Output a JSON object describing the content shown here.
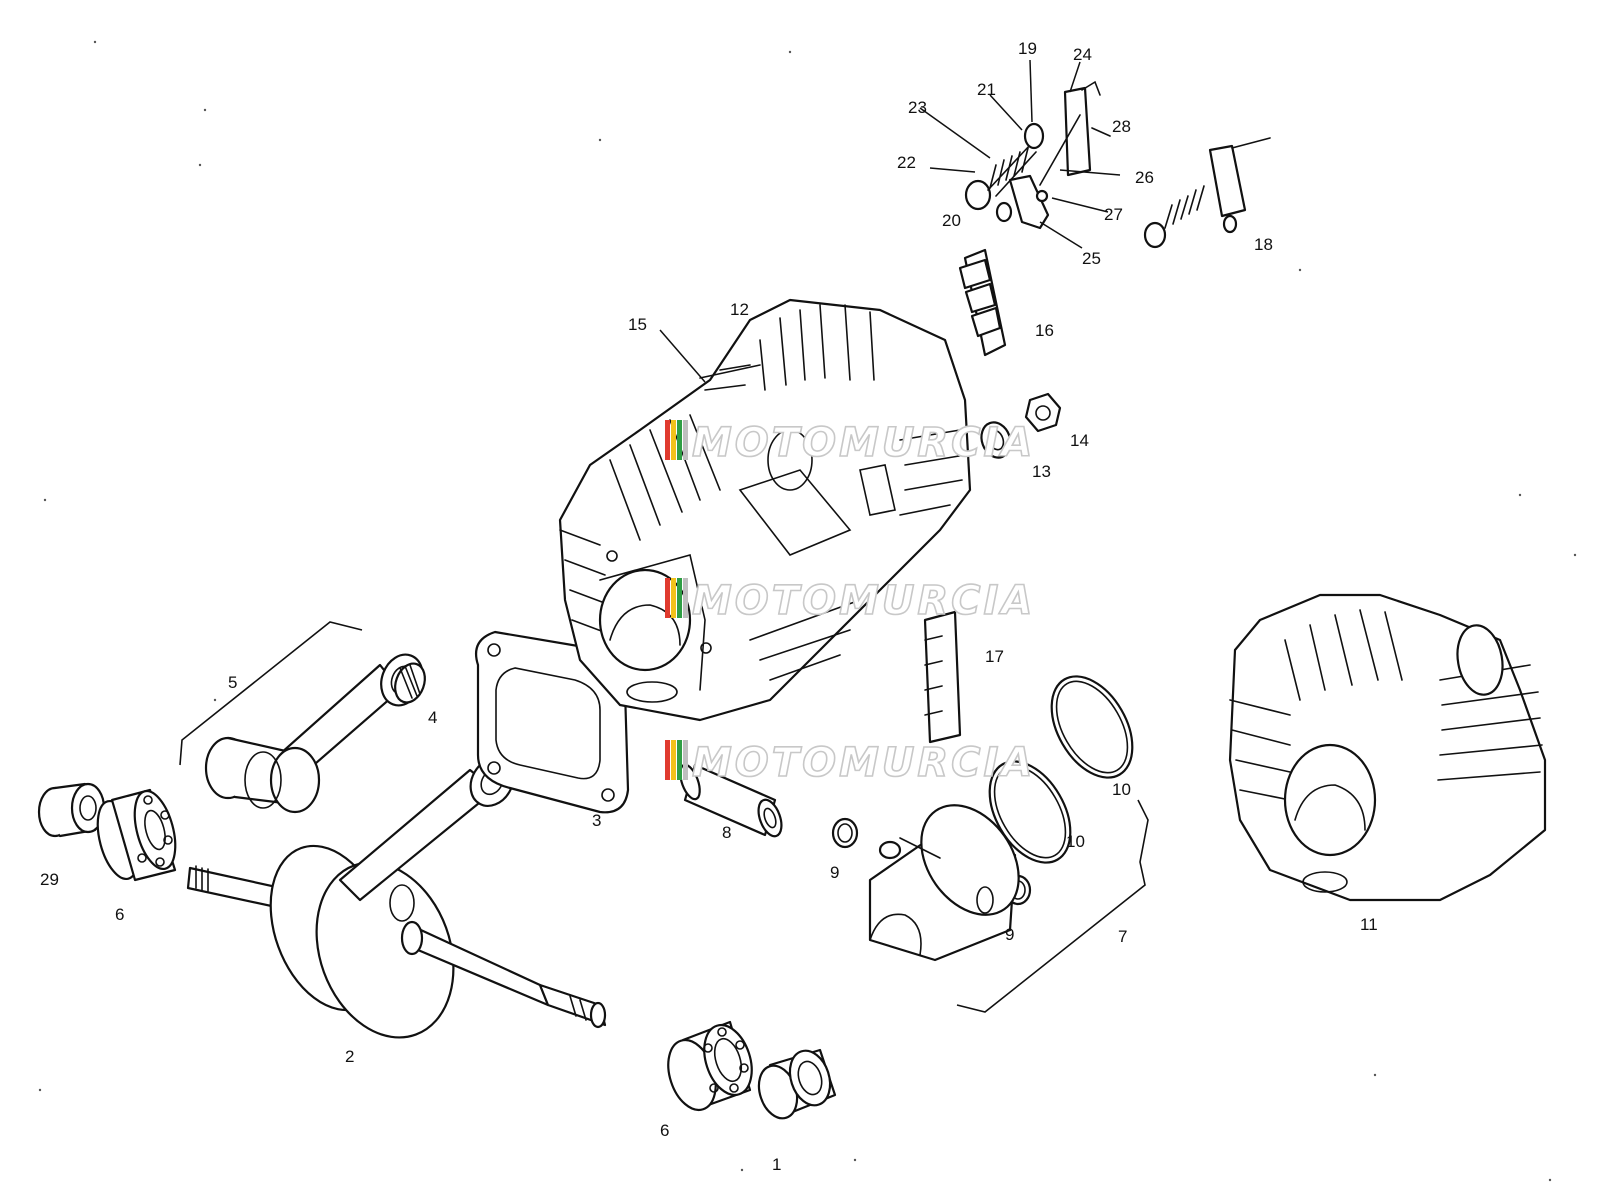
{
  "watermark": {
    "text": "MOTOMURCIA",
    "stripe_colors": [
      "#e03b2f",
      "#f2c21b",
      "#2f9e44",
      "#bfbfbf"
    ]
  },
  "callouts": {
    "c1": "1",
    "c2": "2",
    "c3": "3",
    "c4": "4",
    "c5": "5",
    "c6a": "6",
    "c6b": "6",
    "c7": "7",
    "c8": "8",
    "c9a": "9",
    "c9b": "9",
    "c10a": "10",
    "c10b": "10",
    "c11": "11",
    "c12": "12",
    "c13": "13",
    "c14": "14",
    "c15": "15",
    "c16": "16",
    "c17": "17",
    "c18": "18",
    "c19": "19",
    "c20": "20",
    "c21": "21",
    "c22": "22",
    "c23": "23",
    "c24": "24",
    "c25": "25",
    "c26": "26",
    "c27": "27",
    "c28": "28",
    "c29": "29"
  }
}
